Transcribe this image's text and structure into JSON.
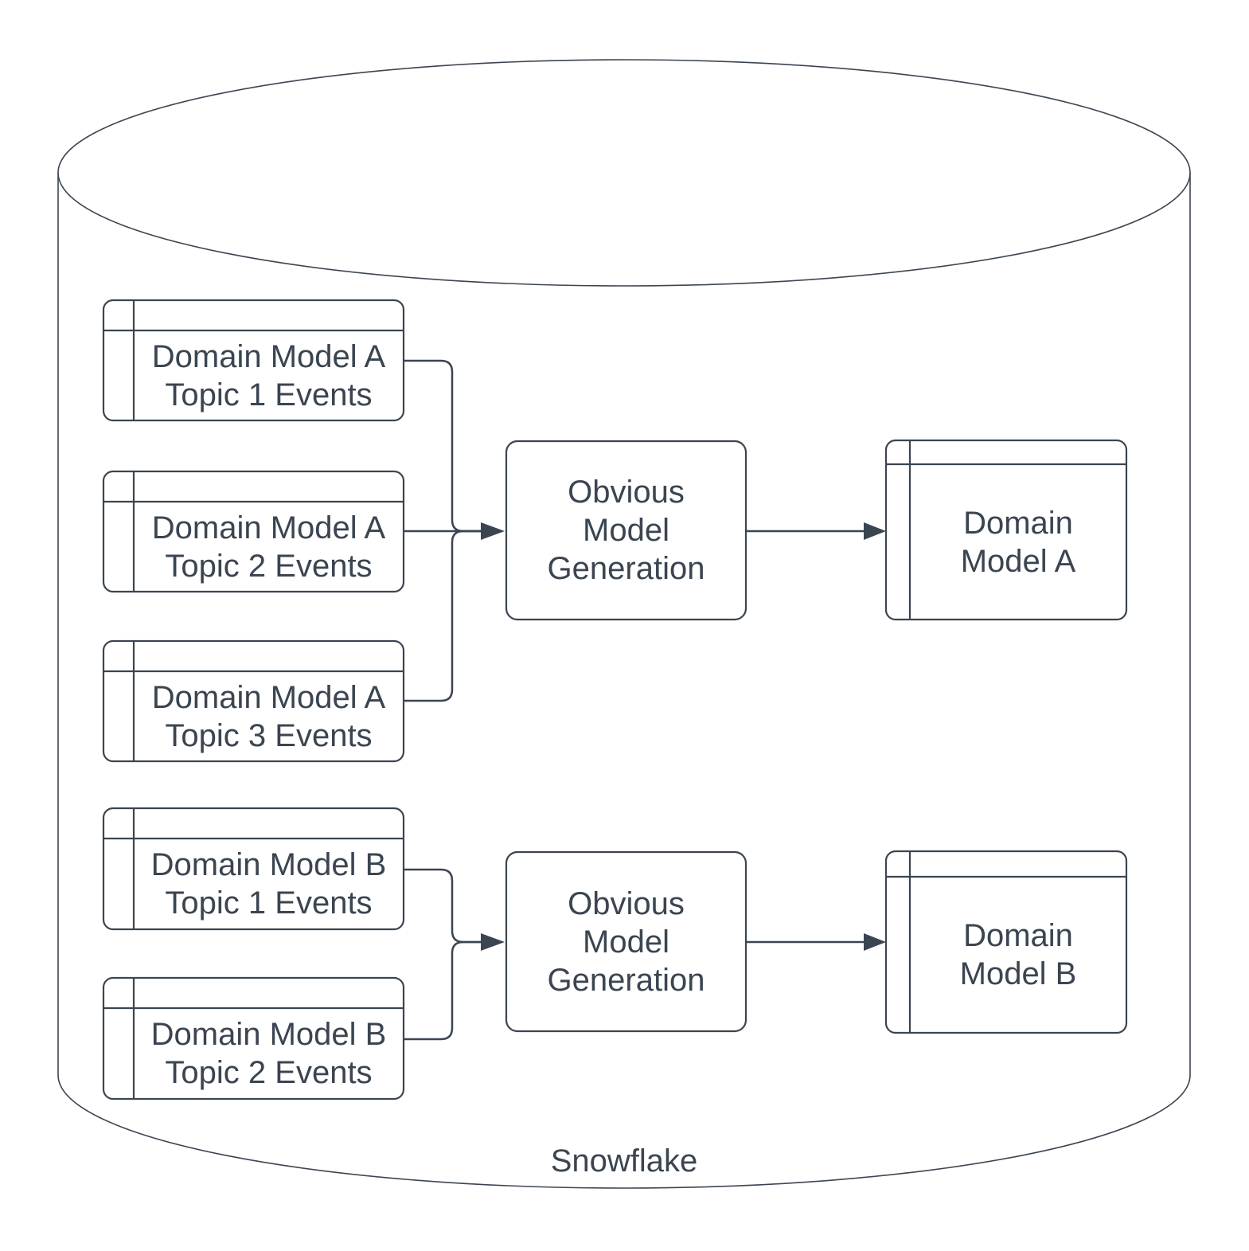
{
  "diagram": {
    "container": {
      "shape": "database-cylinder",
      "label": "Snowflake"
    },
    "colors": {
      "stroke": "#3b4551",
      "text": "#3b4551",
      "background": "#ffffff",
      "shape_fill": "#ffffff"
    },
    "groups": [
      {
        "name": "domain-model-a",
        "sources": [
          {
            "label": "Domain Model A\nTopic 1 Events"
          },
          {
            "label": "Domain Model A\nTopic 2 Events"
          },
          {
            "label": "Domain Model A\nTopic 3 Events"
          }
        ],
        "process": {
          "label": "Obvious\nModel\nGeneration"
        },
        "output": {
          "label": "Domain\nModel A"
        }
      },
      {
        "name": "domain-model-b",
        "sources": [
          {
            "label": "Domain Model B\nTopic 1 Events"
          },
          {
            "label": "Domain Model B\nTopic 2 Events"
          }
        ],
        "process": {
          "label": "Obvious\nModel\nGeneration"
        },
        "output": {
          "label": "Domain\nModel B"
        }
      }
    ]
  }
}
